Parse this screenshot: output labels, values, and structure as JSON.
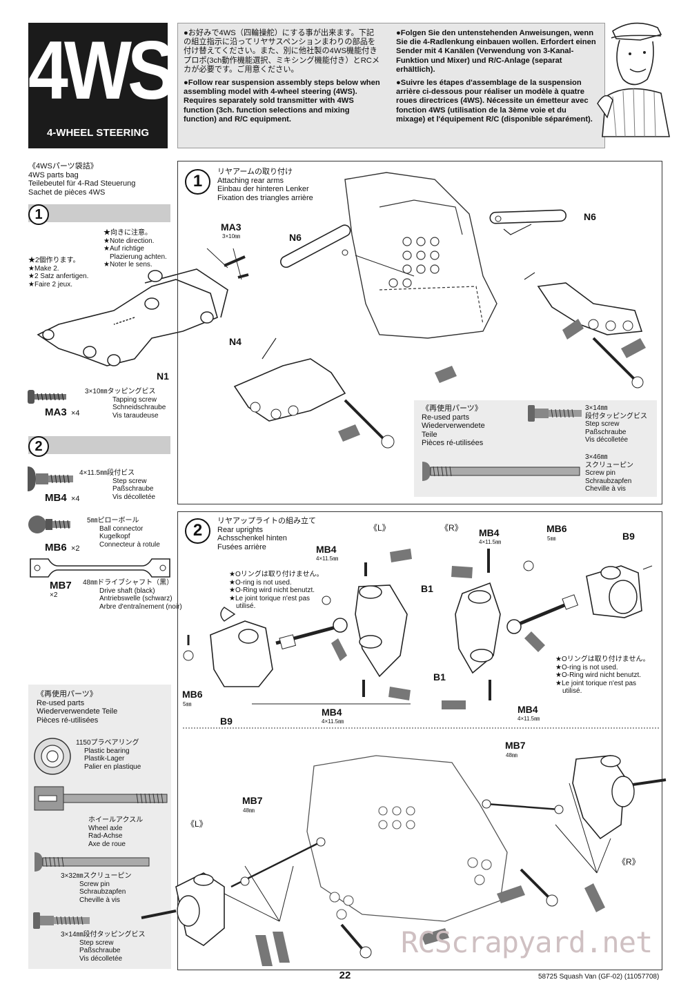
{
  "header": {
    "big_title": "4WS",
    "subtitle": "4-WHEEL STEERING",
    "intro_jp": "●お好みで4WS（四輪操舵）にする事が出来ます。下記の組立指示に沿ってリヤサスペンションまわりの部品を付け替えてください。また、別に他社製の4WS機能付きプロポ(3ch動作機能選択、ミキシング機能付き）とRCメカが必要です。ご用意ください。",
    "intro_en": "●Follow rear suspension assembly steps below when assembling model with 4-wheel steering (4WS). Requires separately sold transmitter with 4WS function (3ch. function selections and mixing function) and R/C equipment.",
    "intro_de": "●Folgen Sie den untenstehenden Anweisungen, wenn Sie die 4-Radlenkung einbauen wollen. Erfordert einen Sender mit 4 Kanälen (Verwendung von 3-Kanal-Funktion und Mixer) und R/C-Anlage (separat erhältlich).",
    "intro_fr": "●Suivre les étapes d'assemblage de la suspension arrière ci-dessous pour réaliser un modèle à quatre roues directrices (4WS). Nécessite un émetteur avec fonction 4WS (utilisation de la 3ème voie et du mixage) et l'équipement R/C (disponible séparément)."
  },
  "parts_bag": {
    "jp": "《4WSパーツ袋詰》",
    "en": "4WS parts bag",
    "de": "Teilebeutel für 4-Rad Steuerung",
    "fr": "Sachet de pièces 4WS"
  },
  "sub1": {
    "num": "1",
    "note_dir": [
      "★向きに注意。",
      "★Note direction.",
      "★Auf richtige",
      "Plazierung achten.",
      "★Noter le sens."
    ],
    "make2": [
      "★2個作ります。",
      "★Make 2.",
      "★2 Satz anfertigen.",
      "★Faire 2 jeux."
    ],
    "ma3_label": "MA3",
    "ma3_size": "3×10㎜",
    "n4": "N4",
    "n1": "N1",
    "part_ma3": {
      "code": "MA3",
      "qty": "×4",
      "desc": [
        "3×10㎜タッピングビス",
        "Tapping screw",
        "Schneidschraube",
        "Vis taraudeuse"
      ]
    }
  },
  "sub2": {
    "num": "2",
    "part_mb4": {
      "code": "MB4",
      "qty": "×4",
      "desc": [
        "4×11.5㎜段付ビス",
        "Step screw",
        "Paßschraube",
        "Vis décolletée"
      ]
    },
    "part_mb6": {
      "code": "MB6",
      "qty": "×2",
      "desc": [
        "5㎜ピローボール",
        "Ball connector",
        "Kugelkopf",
        "Connecteur à rotule"
      ]
    },
    "part_mb7": {
      "code": "MB7",
      "qty": "×2",
      "desc": [
        "48㎜ドライブシャフト（黒）",
        "Drive shaft (black)",
        "Antriebswelle (schwarz)",
        "Arbre d'entraînement (noir)"
      ]
    }
  },
  "step1": {
    "num": "1",
    "title": [
      "リヤアームの取り付け",
      "Attaching rear arms",
      "Einbau der hinteren Lenker",
      "Fixation des triangles arrière"
    ],
    "n6a": "N6",
    "n6b": "N6",
    "reuse_title": [
      "《再使用パーツ》",
      "Re-used parts",
      "Wiederverwendete",
      "Teile",
      "Pièces ré-utilisées"
    ],
    "reuse_a": [
      "3×14㎜",
      "段付タッピングビス",
      "Step screw",
      "Paßschraube",
      "Vis décolletée"
    ],
    "reuse_b": [
      "3×46㎜",
      "スクリューピン",
      "Screw pin",
      "Schraubzapfen",
      "Cheville à vis"
    ]
  },
  "step2": {
    "num": "2",
    "title": [
      "リヤアップライトの組み立て",
      "Rear uprights",
      "Achsschenkel hinten",
      "Fusées arrière"
    ],
    "left_mark": "《L》",
    "right_mark": "《R》",
    "mb4": "MB4",
    "mb4_size": "4×11.5㎜",
    "mb6": "MB6",
    "mb6_size": "5㎜",
    "b1": "B1",
    "b9": "B9",
    "oring_note": [
      "★Oリングは取り付けません。",
      "★O-ring is not used.",
      "★O-Ring wird nicht benutzt.",
      "★Le joint torique n'est pas",
      "utilisé."
    ],
    "mb7": "MB7",
    "mb7_size": "48㎜"
  },
  "reuse_left": {
    "title": [
      "《再使用パーツ》",
      "Re-used parts",
      "Wiederverwendete Teile",
      "Pièces ré-utilisées"
    ],
    "bearing": [
      "1150プラベアリング",
      "Plastic bearing",
      "Plastik-Lager",
      "Palier en plastique"
    ],
    "axle": [
      "ホイールアクスル",
      "Wheel axle",
      "Rad-Achse",
      "Axe de roue"
    ],
    "pin": [
      "3×32㎜スクリューピン",
      "Screw pin",
      "Schraubzapfen",
      "Cheville à vis"
    ],
    "screw": [
      "3×14㎜段付タッピングビス",
      "Step screw",
      "Paßschraube",
      "Vis décolletée"
    ]
  },
  "footer": {
    "page": "22",
    "model": "58725  Squash Van (GF-02) (11057708)",
    "watermark": "RCScrapyard.net"
  }
}
